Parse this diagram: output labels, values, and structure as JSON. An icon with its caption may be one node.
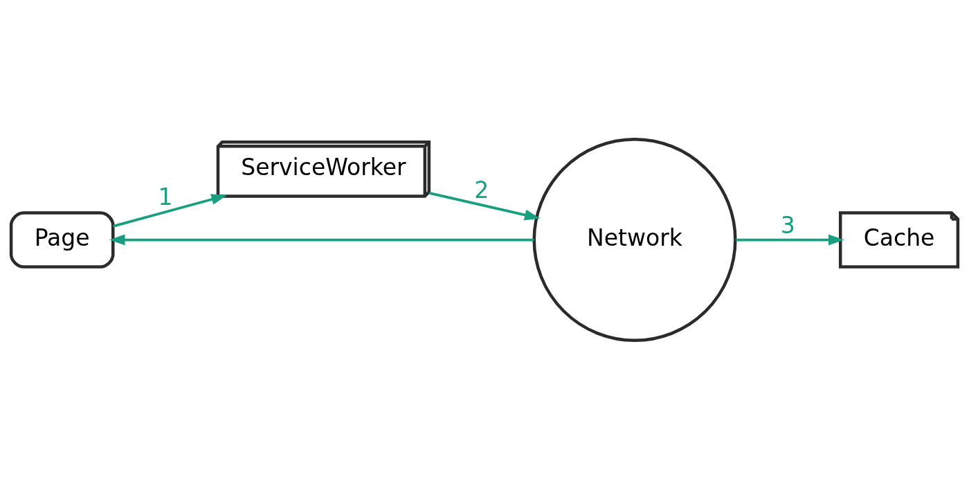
{
  "diagram": {
    "nodes": [
      {
        "text": [
          "Page"
        ]
      },
      {
        "text": [
          "ServiceWorker"
        ]
      },
      {
        "text": [
          "Cache"
        ]
      },
      {
        "text": [
          "Network"
        ]
      }
    ],
    "edges": [
      {
        "from": 0,
        "to": 1,
        "arrow": "to",
        "label": "1"
      },
      {
        "from": 1,
        "to": 3,
        "arrow": "to",
        "label": "2"
      },
      {
        "from": 3,
        "to": 2,
        "arrow": "to",
        "label": "3"
      },
      {
        "from": 3,
        "to": 0,
        "arrow": "to"
      }
    ]
  }
}
